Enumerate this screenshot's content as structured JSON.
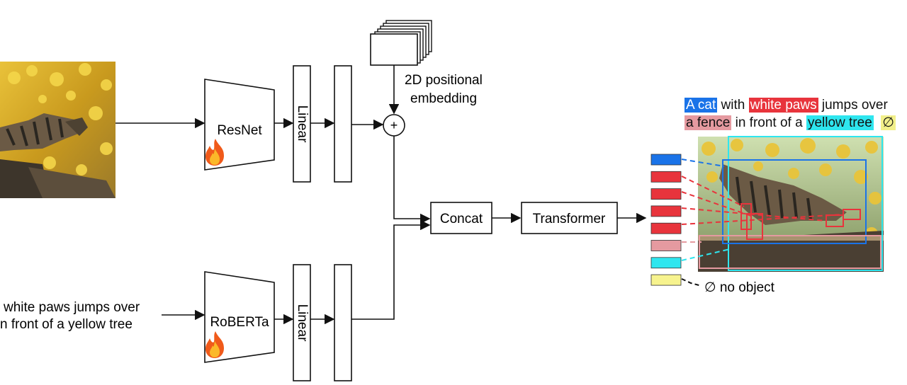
{
  "labels": {
    "resnet": "ResNet",
    "roberta": "RoBERTa",
    "linear_top": "Linear",
    "linear_bottom": "Linear",
    "pos_embed_line1": "2D positional",
    "pos_embed_line2": "embedding",
    "plus": "+",
    "concat": "Concat",
    "transformer": "Transformer",
    "no_object": "∅ no object"
  },
  "text_input": {
    "line1": "white paws jumps over",
    "line2": "n front of a yellow tree"
  },
  "caption": {
    "line1": [
      {
        "text": "A cat",
        "bg": "#1a73e8",
        "color": "#ffffff"
      },
      {
        "text": " with ",
        "bg": "",
        "color": "#111111"
      },
      {
        "text": "white paws",
        "bg": "#e8343c",
        "color": "#ffffff"
      },
      {
        "text": " jumps over",
        "bg": "",
        "color": "#111111"
      }
    ],
    "line2": [
      {
        "text": "a fence",
        "bg": "#e59aa0",
        "color": "#111111"
      },
      {
        "text": " in front of a ",
        "bg": "",
        "color": "#111111"
      },
      {
        "text": "yellow tree",
        "bg": "#2ee6ef",
        "color": "#111111"
      },
      {
        "text": "  ",
        "bg": "",
        "color": "#111111"
      },
      {
        "text": "∅",
        "bg": "#f2f08a",
        "color": "#111111"
      }
    ]
  },
  "query_colors": [
    "#1a73e8",
    "#e8343c",
    "#e8343c",
    "#e8343c",
    "#e8343c",
    "#e59aa0",
    "#2ee6ef",
    "#f7f38e"
  ],
  "colors": {
    "box_stroke": "#111111",
    "cat_blue": "#1a73e8",
    "paw_red": "#e8343c",
    "fence_pink": "#e59aa0",
    "tree_cyan": "#2ee6ef"
  },
  "icons": [
    "fire-icon",
    "fire-icon"
  ]
}
